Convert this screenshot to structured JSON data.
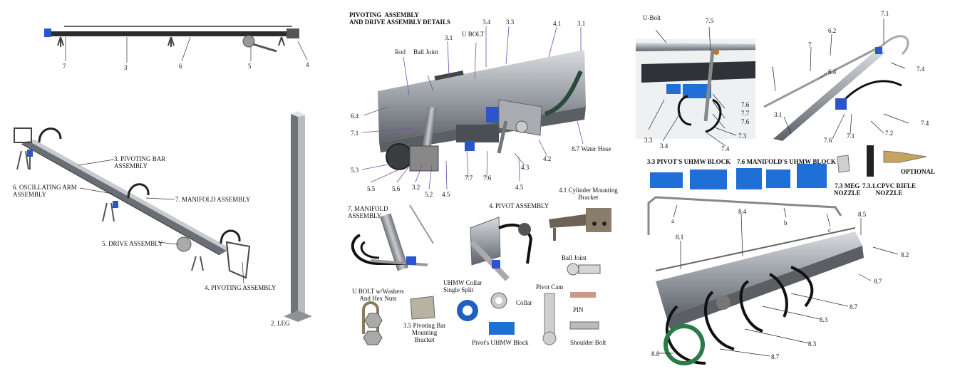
{
  "panel1": {
    "top_labels": [
      "7",
      "3",
      "6",
      "5",
      "4"
    ],
    "iso_labels": {
      "pivoting_bar": "3. PIVOTING BAR\nASSEMBLY",
      "oscillating_arm": "6. OSCILLATING ARM\nASSEMBLY",
      "manifold": "7. MANIFOLD ASSEMBLY",
      "drive": "5. DRIVE ASSEMBLY",
      "pivoting": "4. PIVOTING  ASSEMBLY",
      "leg": "2. LEG"
    }
  },
  "panel2": {
    "title": "PIVOTING  ASSEMBLY\nAND DRIVE ASSEMBLY DETAILS",
    "callouts": {
      "c34": "3.4",
      "c33": "3.3",
      "c41": "4.1",
      "c31a": "3.1",
      "c31b": "3.1",
      "ubolt": "U BOLT",
      "rod": "Rod",
      "balljoint": "Ball Joint",
      "c64": "6.4",
      "c71": "7.1",
      "c53": "5.3",
      "c55": "5.5",
      "c56": "5.6",
      "c32": "3.2",
      "c52": "5.2",
      "c45a": "4.5",
      "c77": "7.7",
      "c76": "7.6",
      "c45b": "4.5",
      "c43": "4.3",
      "c42": "4.2",
      "water": "8.7 Water Hose"
    },
    "parts": {
      "manifold": "7. MANIFOLD\nASSEMBLY",
      "pivot": "4. PIVOT ASSEMBLY",
      "cyl": "4.1 Cylinder Mounting\nBracket",
      "ubolt_w": "U BOLT w/Washers\nAnd Hex Nuts",
      "bracket": "3.5 Pivoting Bar\nMounting\nBracket",
      "collar_split": "UHMW Collar\nSingle Split",
      "collar": "Collar",
      "pivot_block": "Pivot's UHMW Block",
      "pivot_cam": "Pivot Cam",
      "ball_joint": "Ball Joint",
      "pin": "PIN",
      "shoulder": "Shoulder Bolt"
    }
  },
  "panel3": {
    "top_left": {
      "ubolt": "U-Bolt",
      "c75": "7.5",
      "c76a": "7.6",
      "c77": "7.7",
      "c76b": "7.6",
      "c73": "7.3",
      "c33": "3.3",
      "c34": "3.4",
      "c74": "7.4"
    },
    "top_right": {
      "c71a": "7.1",
      "c62": "6.2",
      "c7": "7",
      "c1": "1",
      "c64": "6.4",
      "c74a": "7.4",
      "c31": "3.1",
      "c74b": "7.4",
      "c76": "7.6",
      "c71b": "7.1",
      "c72": "7.2"
    },
    "blocks": {
      "pivot_title": "3.3 PIVOT'S UHMW BLOCK",
      "manifold_title": "7.6 MANIFOLD'S UHMW BLOCK",
      "meg": "7.3 MEG\nNOZZLE",
      "cpvc": "7.3.1.CPVC RIFLE\nNOZZLE",
      "optional": "OPTIONAL"
    },
    "bottom": {
      "c84": "8.4",
      "a": "a",
      "b": "b",
      "c": "c",
      "c85": "8.5",
      "c81": "8.1",
      "c82": "8.2",
      "c87a": "8.7",
      "c87b": "8.7",
      "c83a": "8.3",
      "c83b": "8.3",
      "c88": "8.8",
      "c87c": "8.7"
    }
  }
}
